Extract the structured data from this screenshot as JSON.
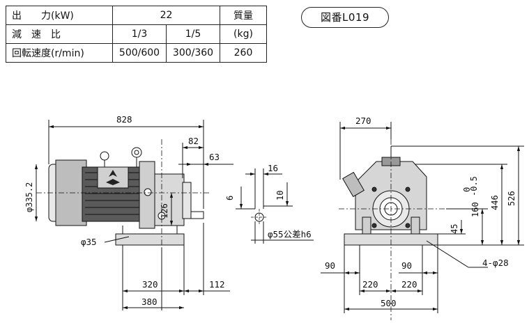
{
  "spec_table": {
    "rows": [
      {
        "label": "出　　力(kW)",
        "cells": [
          "22"
        ],
        "extra": "質量"
      },
      {
        "label": "減　速　比",
        "cells": [
          "1/3",
          "1/5"
        ],
        "extra": "(kg)"
      },
      {
        "label": "回転速度(r/min)",
        "cells": [
          "500/600",
          "300/360"
        ],
        "extra": "260"
      }
    ]
  },
  "figure_number": "図番L019",
  "side_view": {
    "dims": {
      "overall_length": "828",
      "d82": "82",
      "d63": "63",
      "diameter_335": "φ335.2",
      "d126": "126",
      "shaft35": "φ35",
      "d320": "320",
      "d380": "380",
      "d112": "112"
    }
  },
  "shaft_detail": {
    "dims": {
      "d16": "16",
      "d6": "6",
      "d10": "10",
      "shaft_dia": "φ55公差h6"
    }
  },
  "front_view": {
    "dims": {
      "d270": "270",
      "d526": "526",
      "d446": "446",
      "d160": "160",
      "tol": "0\n-0.5",
      "tol_top": "0",
      "tol_bottom": "-0.5",
      "d45": "45",
      "d90_left": "90",
      "d90_right": "90",
      "d220_left": "220",
      "d220_right": "220",
      "d500": "500",
      "holes": "4-φ28"
    }
  }
}
